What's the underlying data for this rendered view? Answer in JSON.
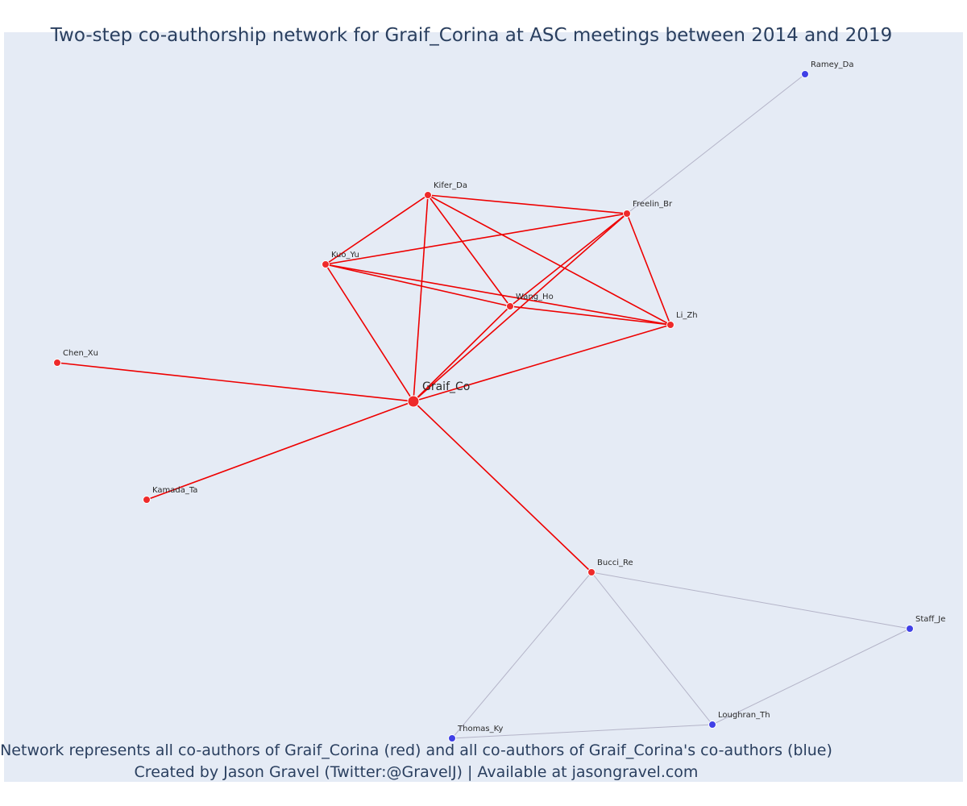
{
  "title": "Two-step co-authorship network for Graif_Corina at ASC meetings between 2014 and 2019",
  "caption": {
    "line1": "Network represents all co-authors of Graif_Corina (red) and all co-authors of Graif_Corina's co-authors (blue)",
    "line2": "Created by Jason Gravel (Twitter:@GravelJ) | Available at jasongravel.com"
  },
  "colors": {
    "background": "#e5ebf5",
    "first_degree": "#ee2a2a",
    "second_degree": "#4040e6",
    "first_degree_edge": "#ee0000",
    "second_degree_edge": "#b4b4c8",
    "text": "#2a3f5f"
  },
  "network": {
    "nodes": [
      {
        "id": "Graif_Co",
        "label": "Graif_Co",
        "group": "focal"
      },
      {
        "id": "Kifer_Da",
        "label": "Kifer_Da",
        "group": "first"
      },
      {
        "id": "Freelin_Br",
        "label": "Freelin_Br",
        "group": "first"
      },
      {
        "id": "Kuo_Yu",
        "label": "Kuo_Yu",
        "group": "first"
      },
      {
        "id": "Wang_Ho",
        "label": "Wang_Ho",
        "group": "first"
      },
      {
        "id": "Li_Zh",
        "label": "Li_Zh",
        "group": "first"
      },
      {
        "id": "Chen_Xu",
        "label": "Chen_Xu",
        "group": "first"
      },
      {
        "id": "Kamada_Ta",
        "label": "Kamada_Ta",
        "group": "first"
      },
      {
        "id": "Bucci_Re",
        "label": "Bucci_Re",
        "group": "first"
      },
      {
        "id": "Ramey_Da",
        "label": "Ramey_Da",
        "group": "second"
      },
      {
        "id": "Staff_Je",
        "label": "Staff_Je",
        "group": "second"
      },
      {
        "id": "Loughran_Th",
        "label": "Loughran_Th",
        "group": "second"
      },
      {
        "id": "Thomas_Ky",
        "label": "Thomas_Ky",
        "group": "second"
      }
    ],
    "edges": [
      {
        "source": "Graif_Co",
        "target": "Kifer_Da",
        "type": "first"
      },
      {
        "source": "Graif_Co",
        "target": "Freelin_Br",
        "type": "first"
      },
      {
        "source": "Graif_Co",
        "target": "Kuo_Yu",
        "type": "first"
      },
      {
        "source": "Graif_Co",
        "target": "Wang_Ho",
        "type": "first"
      },
      {
        "source": "Graif_Co",
        "target": "Li_Zh",
        "type": "first"
      },
      {
        "source": "Graif_Co",
        "target": "Chen_Xu",
        "type": "first"
      },
      {
        "source": "Graif_Co",
        "target": "Kamada_Ta",
        "type": "first"
      },
      {
        "source": "Graif_Co",
        "target": "Bucci_Re",
        "type": "first"
      },
      {
        "source": "Kifer_Da",
        "target": "Kuo_Yu",
        "type": "first"
      },
      {
        "source": "Kifer_Da",
        "target": "Freelin_Br",
        "type": "first"
      },
      {
        "source": "Kifer_Da",
        "target": "Wang_Ho",
        "type": "first"
      },
      {
        "source": "Kifer_Da",
        "target": "Li_Zh",
        "type": "first"
      },
      {
        "source": "Kuo_Yu",
        "target": "Freelin_Br",
        "type": "first"
      },
      {
        "source": "Kuo_Yu",
        "target": "Wang_Ho",
        "type": "first"
      },
      {
        "source": "Kuo_Yu",
        "target": "Li_Zh",
        "type": "first"
      },
      {
        "source": "Freelin_Br",
        "target": "Wang_Ho",
        "type": "first"
      },
      {
        "source": "Freelin_Br",
        "target": "Li_Zh",
        "type": "first"
      },
      {
        "source": "Wang_Ho",
        "target": "Li_Zh",
        "type": "first"
      },
      {
        "source": "Freelin_Br",
        "target": "Ramey_Da",
        "type": "second"
      },
      {
        "source": "Bucci_Re",
        "target": "Staff_Je",
        "type": "second"
      },
      {
        "source": "Bucci_Re",
        "target": "Loughran_Th",
        "type": "second"
      },
      {
        "source": "Bucci_Re",
        "target": "Thomas_Ky",
        "type": "second"
      },
      {
        "source": "Staff_Je",
        "target": "Loughran_Th",
        "type": "second"
      },
      {
        "source": "Loughran_Th",
        "target": "Thomas_Ky",
        "type": "second"
      }
    ]
  }
}
